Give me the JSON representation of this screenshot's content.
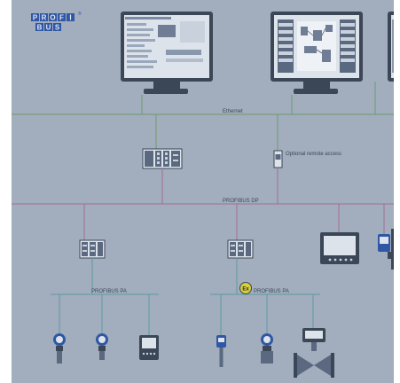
{
  "logo": {
    "line1": "PROFI",
    "line2": "BUS",
    "mark": "®"
  },
  "networks": {
    "ethernet": "Ethernet",
    "remote_access": "Optional remote access",
    "profibus_dp": "PROFIBUS DP",
    "profibus_pa_left": "PROFIBUS PA",
    "profibus_pa_right": "PROFIBUS PA",
    "ex_mark": "Ex"
  },
  "colors": {
    "background": "#a2adbe",
    "ethernet_line": "#6c9a6c",
    "profibus_dp_line": "#a2708e",
    "profibus_pa_line": "#5c9ba3",
    "ex_badge": "#d8cf3a"
  },
  "icons": [
    "monitor-icon",
    "plc-icon",
    "remote-access-device-icon",
    "dp-pa-coupler-icon",
    "hmi-panel-icon",
    "flowmeter-icon",
    "pressure-transmitter-icon",
    "temperature-transmitter-icon",
    "valve-positioner-icon",
    "display-unit-icon"
  ]
}
